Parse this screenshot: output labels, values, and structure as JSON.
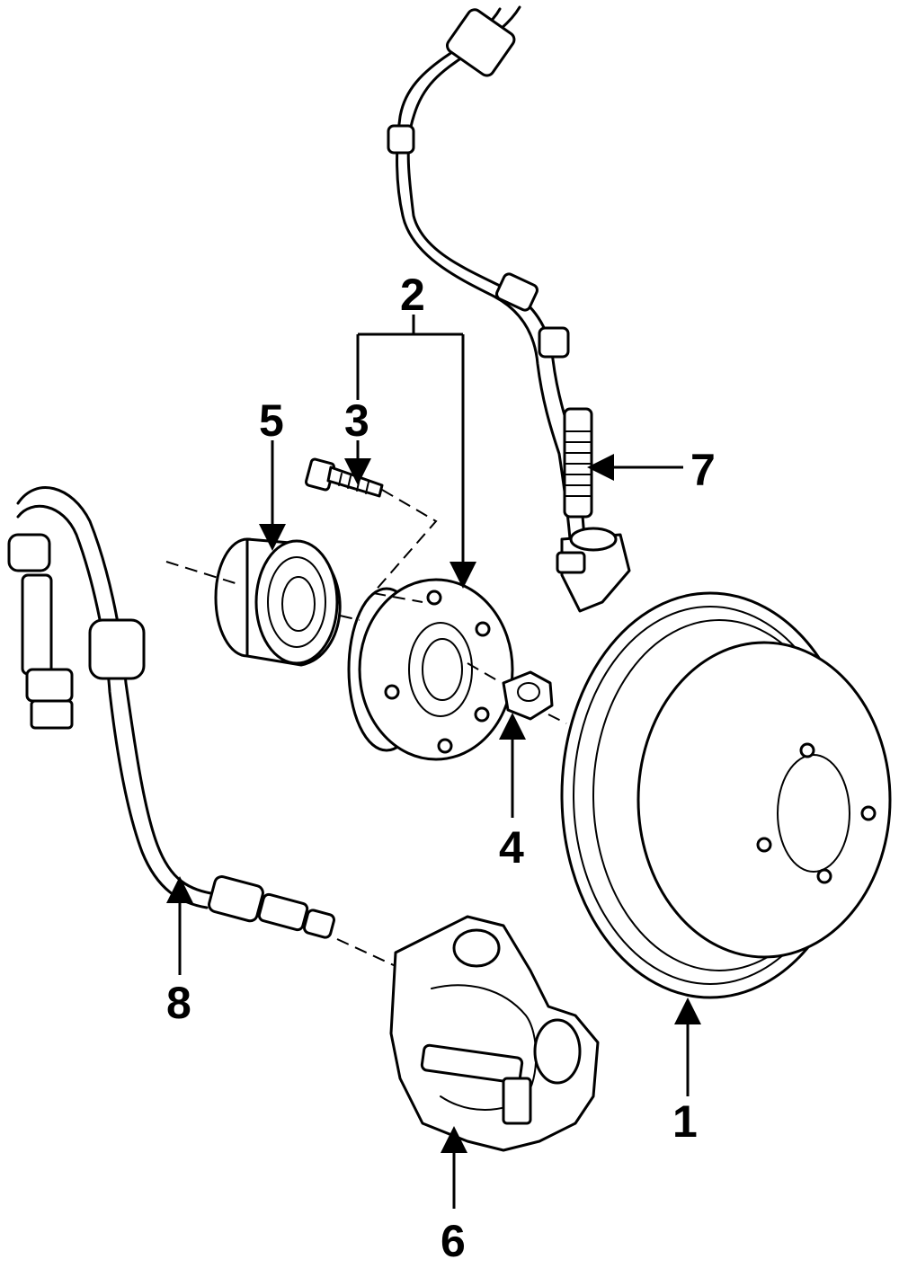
{
  "callouts": [
    {
      "id": "1",
      "text": "1",
      "part": "rotor"
    },
    {
      "id": "2",
      "text": "2",
      "part": "hub-assembly"
    },
    {
      "id": "3",
      "text": "3",
      "part": "wheel-stud"
    },
    {
      "id": "4",
      "text": "4",
      "part": "nut"
    },
    {
      "id": "5",
      "text": "5",
      "part": "bearing"
    },
    {
      "id": "6",
      "text": "6",
      "part": "caliper"
    },
    {
      "id": "7",
      "text": "7",
      "part": "abs-sensor"
    },
    {
      "id": "8",
      "text": "8",
      "part": "brake-hose"
    }
  ]
}
